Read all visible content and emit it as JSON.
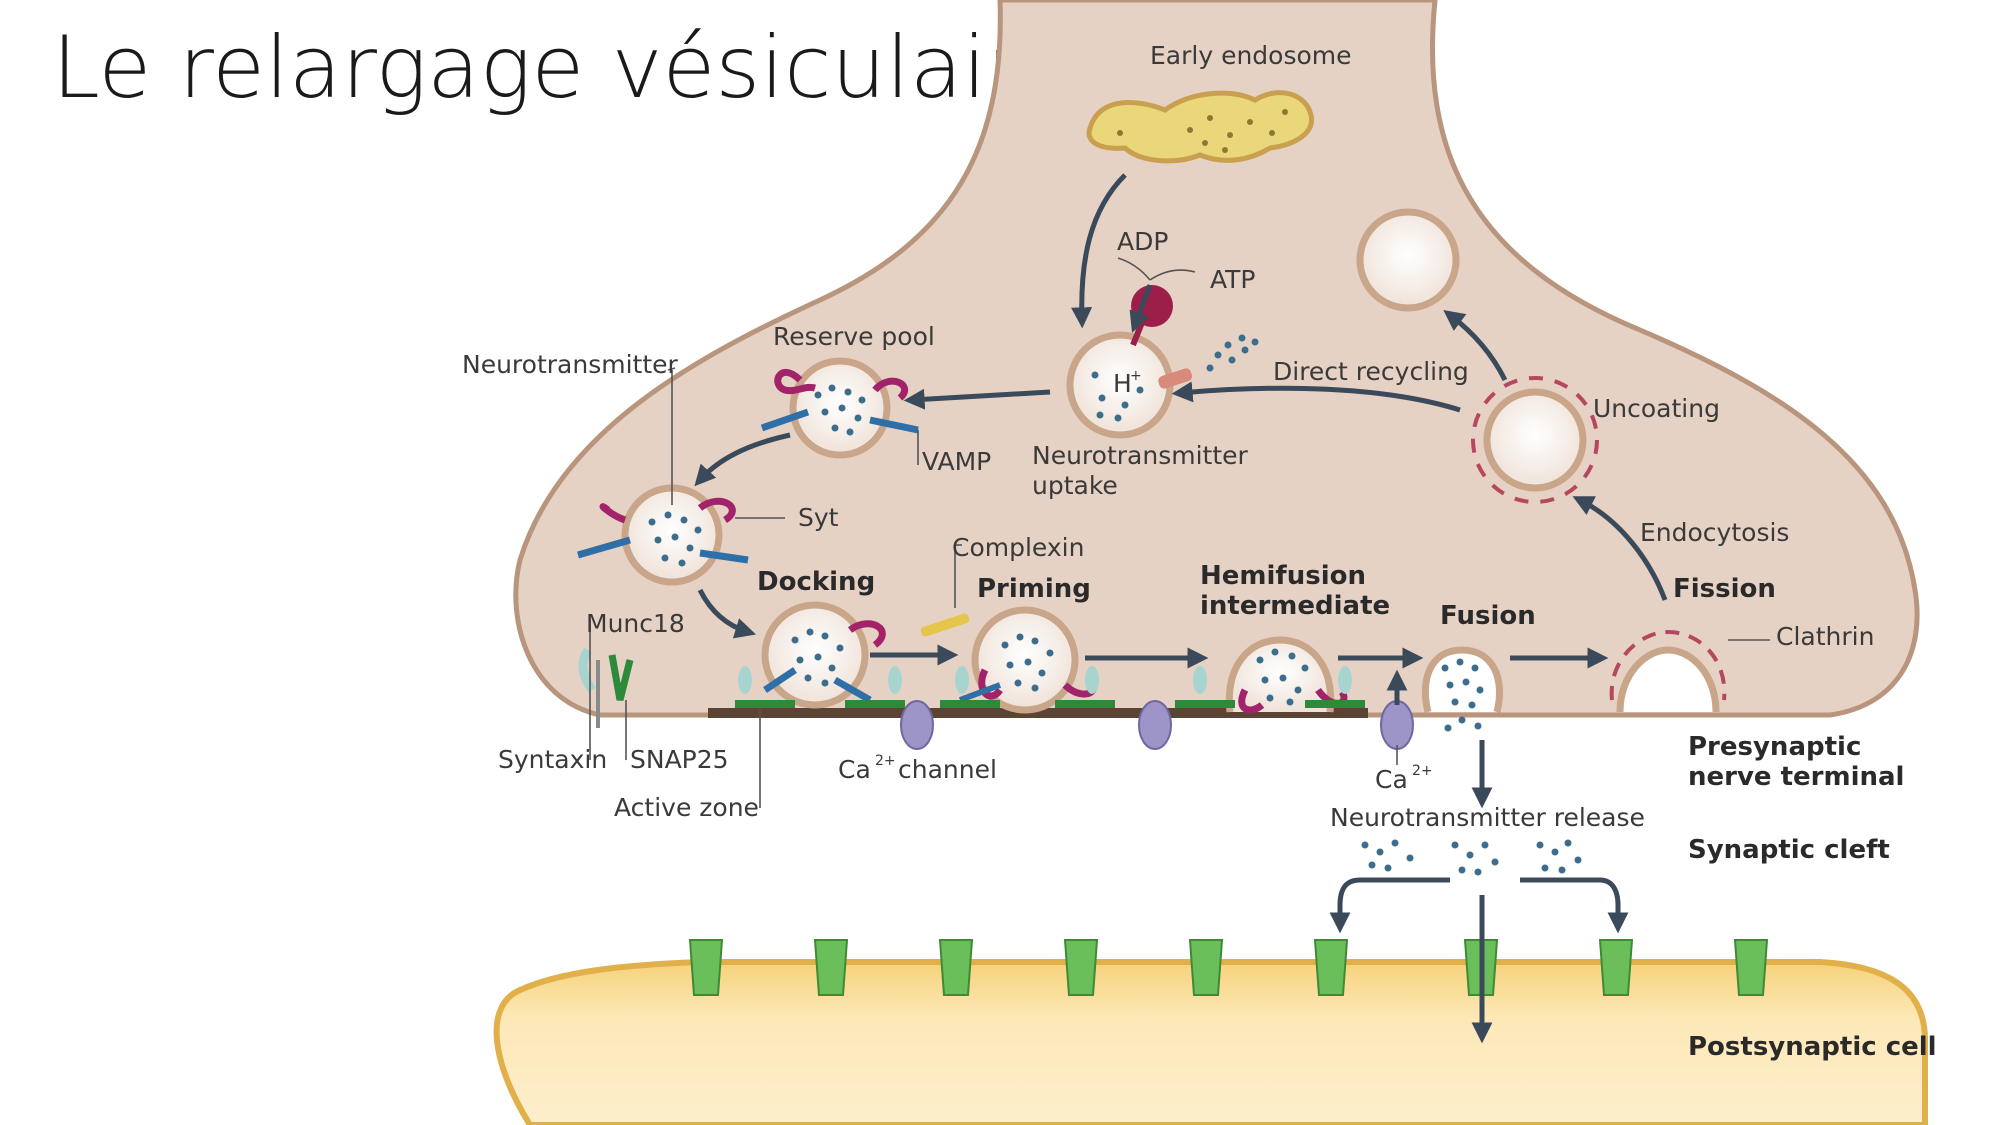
{
  "slide": {
    "title": "Le relargage vésiculaire"
  },
  "labels": {
    "early_endosome": "Early endosome",
    "adp": "ADP",
    "atp": "ATP",
    "h_plus": "H",
    "direct_recycling": "Direct recycling",
    "reserve_pool": "Reserve pool",
    "neurotransmitter": "Neurotransmitter",
    "vamp": "VAMP",
    "neurotransmitter_uptake_1": "Neurotransmitter",
    "neurotransmitter_uptake_2": "uptake",
    "syt": "Syt",
    "complexin": "Complexin",
    "docking": "Docking",
    "priming": "Priming",
    "hemifusion_1": "Hemifusion",
    "hemifusion_2": "intermediate",
    "fusion": "Fusion",
    "fission": "Fission",
    "uncoating": "Uncoating",
    "endocytosis": "Endocytosis",
    "clathrin": "Clathrin",
    "munc18": "Munc18",
    "syntaxin": "Syntaxin",
    "snap25": "SNAP25",
    "active_zone": "Active zone",
    "ca_channel": "channel",
    "ca": "Ca",
    "ca_sup": "2+",
    "neurotransmitter_release": "Neurotransmitter release",
    "presynaptic_1": "Presynaptic",
    "presynaptic_2": "nerve terminal",
    "synaptic_cleft": "Synaptic cleft",
    "postsynaptic_cell": "Postsynaptic cell"
  },
  "colors": {
    "terminal_fill": "#e6d2c4",
    "terminal_stroke": "#b8957c",
    "postsynaptic_fill": "#fbe3a8",
    "postsynaptic_stroke": "#e2b04a",
    "vesicle_fill": "#f5ece6",
    "vesicle_stroke": "#c9a58a",
    "syt": "#a3236b",
    "vamp": "#2f6fa8",
    "receptor": "#6abf5a",
    "channel": "#9d95c8",
    "endosome": "#e9d77a",
    "atpase": "#9c1f4a",
    "arrow": "#3b4a5a"
  }
}
